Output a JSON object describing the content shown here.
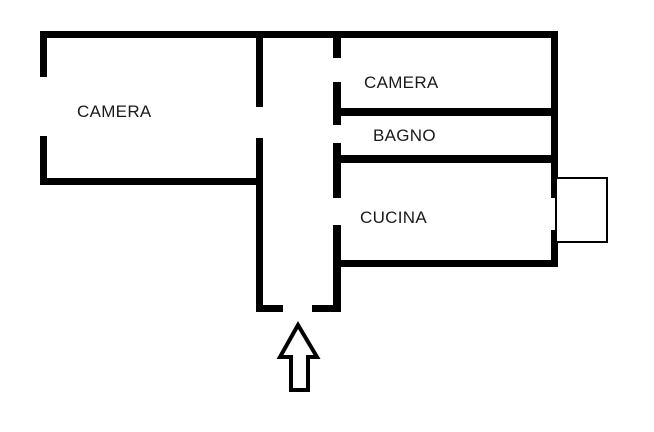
{
  "page": {
    "type": "floor-plan"
  },
  "colors": {
    "wall": "#000000",
    "background": "#ffffff",
    "text": "#1a1a1a"
  },
  "rooms": [
    {
      "id": "camera-left",
      "label": "CAMERA"
    },
    {
      "id": "camera-right",
      "label": "CAMERA"
    },
    {
      "id": "bagno",
      "label": "BAGNO"
    },
    {
      "id": "cucina",
      "label": "CUCINA"
    }
  ],
  "entrance": {
    "icon": "arrow-up-icon"
  }
}
